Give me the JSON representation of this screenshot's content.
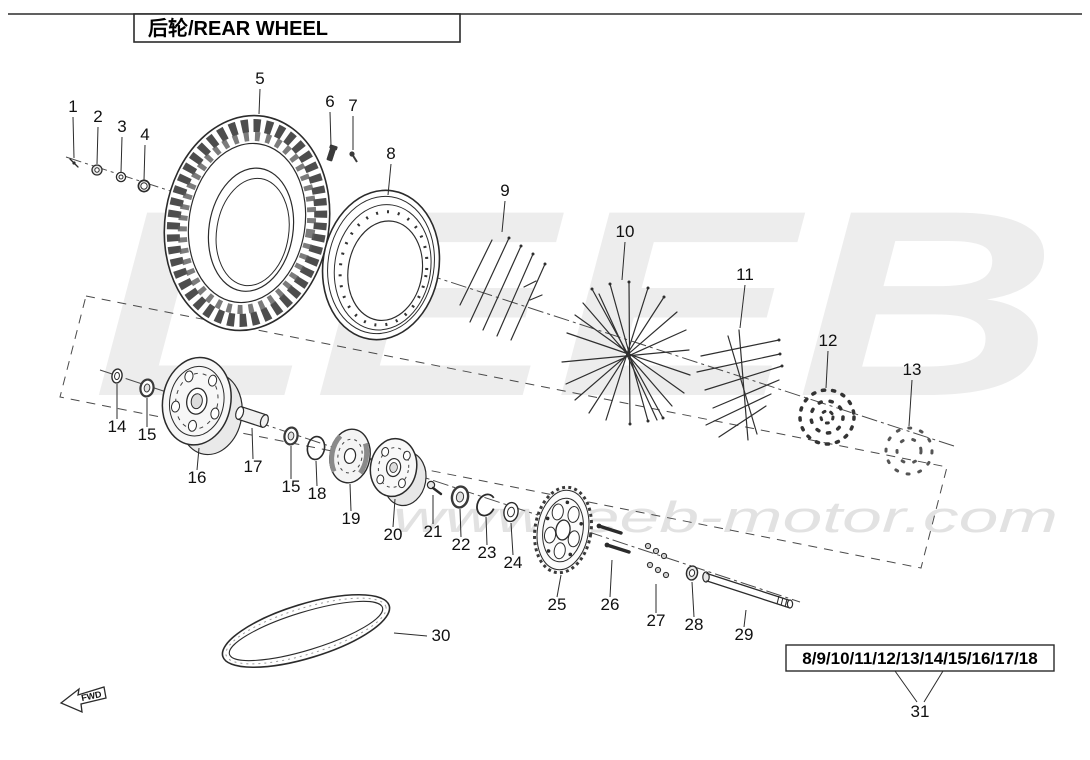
{
  "page": {
    "title": "后轮/REAR WHEEL"
  },
  "watermark": {
    "brand": "LEEB",
    "url": "www.leeb-motor.com"
  },
  "fwd": {
    "label": "FWD"
  },
  "reference": {
    "group_label": "8/9/10/11/12/13/14/15/16/17/18"
  },
  "colors": {
    "line": "#2b2b2b",
    "watermark": "#ededed",
    "background": "#ffffff"
  },
  "callouts": {
    "c1": "1",
    "c2": "2",
    "c3": "3",
    "c4": "4",
    "c5": "5",
    "c6": "6",
    "c7": "7",
    "c8": "8",
    "c9": "9",
    "c10": "10",
    "c11": "11",
    "c12": "12",
    "c13": "13",
    "c14": "14",
    "c15": "15",
    "c16": "16",
    "c17": "17",
    "c15b": "15",
    "c18": "18",
    "c19": "19",
    "c20": "20",
    "c21": "21",
    "c22": "22",
    "c23": "23",
    "c24": "24",
    "c25": "25",
    "c26": "26",
    "c27": "27",
    "c28": "28",
    "c29": "29",
    "c30": "30",
    "c31": "31"
  }
}
